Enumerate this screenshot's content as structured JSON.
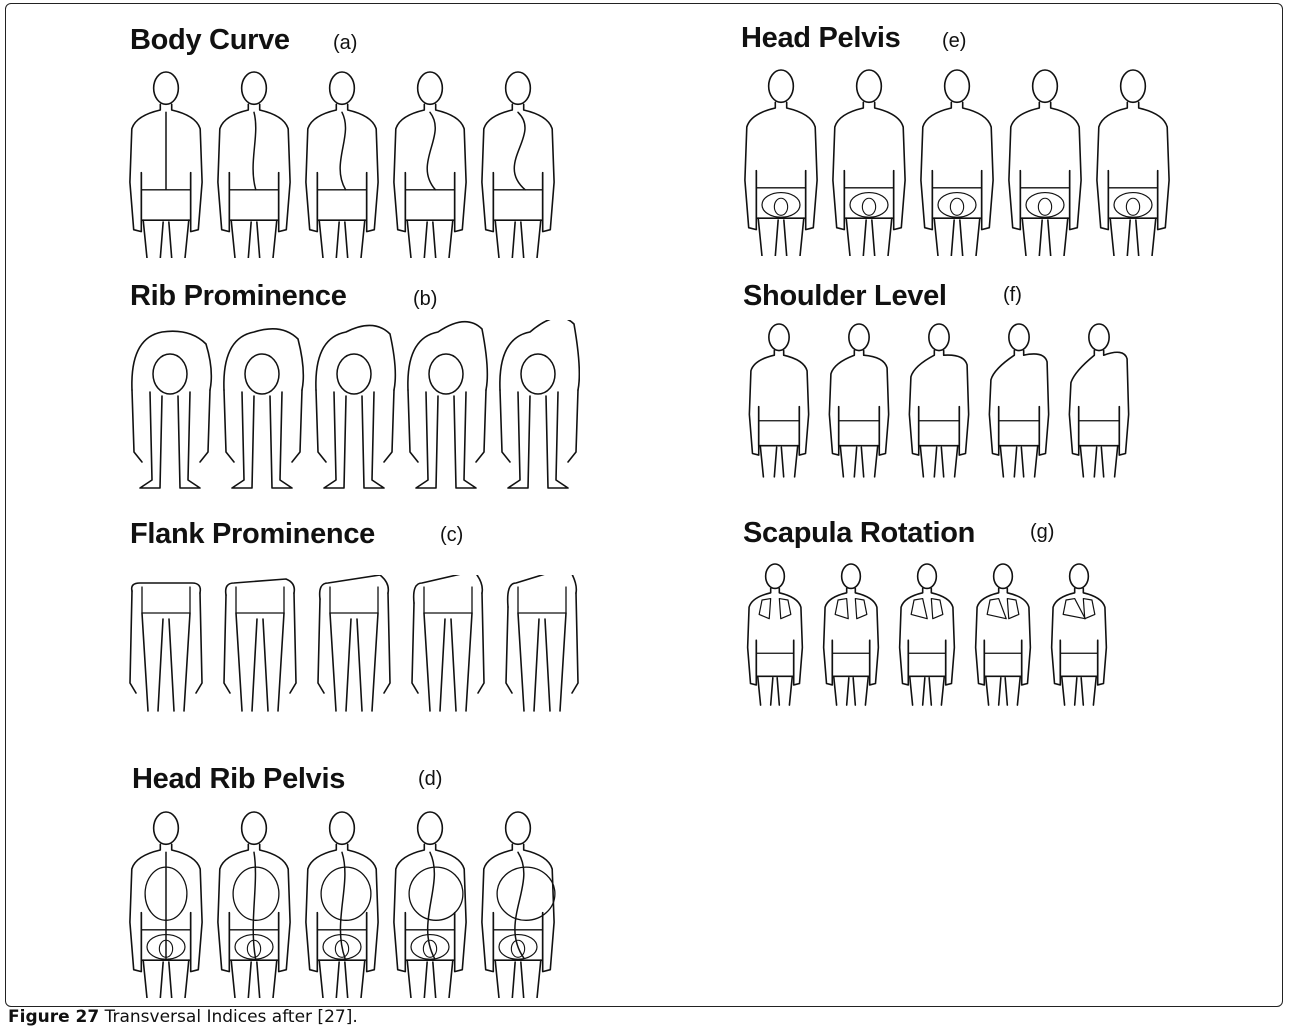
{
  "panels": [
    {
      "id": "a",
      "title": "Body Curve",
      "letter": "(a)",
      "variant": "curve"
    },
    {
      "id": "b",
      "title": "Rib Prominence",
      "letter": "(b)",
      "variant": "bend"
    },
    {
      "id": "c",
      "title": "Flank Prominence",
      "letter": "(c)",
      "variant": "flank"
    },
    {
      "id": "d",
      "title": "Head Rib Pelvis",
      "letter": "(d)",
      "variant": "ribcage"
    },
    {
      "id": "e",
      "title": "Head Pelvis",
      "letter": "(e)",
      "variant": "pelvis"
    },
    {
      "id": "f",
      "title": "Shoulder Level",
      "letter": "(f)",
      "variant": "shoulder"
    },
    {
      "id": "g",
      "title": "Scapula Rotation",
      "letter": "(g)",
      "variant": "scapula"
    }
  ],
  "caption": {
    "label": "Figure 27",
    "text": " Transversal Indices after [27]."
  },
  "colors": {
    "ink": "#111111",
    "frame": "#222222"
  }
}
